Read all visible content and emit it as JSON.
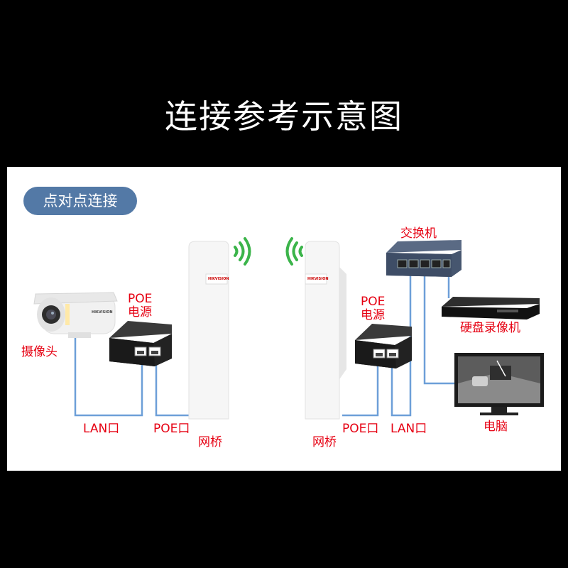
{
  "title": "连接参考示意图",
  "section_badge": "点对点连接",
  "labels": {
    "camera": "摄像头",
    "poe_left_1": "POE",
    "poe_left_2": "电源",
    "lan_port_left": "LAN口",
    "poe_port_left": "POE口",
    "bridge_left": "网桥",
    "bridge_right": "网桥",
    "poe_port_right": "POE口",
    "lan_port_right": "LAN口",
    "poe_right_1": "POE",
    "poe_right_2": "电源",
    "switch": "交换机",
    "nvr": "硬盘录像机",
    "computer": "电脑"
  },
  "logos": {
    "camera_brand": "HIKVISION",
    "bridge_brand": "HIKVISION"
  },
  "colors": {
    "cable": "#6d9fd8",
    "label_red": "#e60012",
    "badge_blue": "#5379a6",
    "wifi_green": "#3bb44a"
  }
}
